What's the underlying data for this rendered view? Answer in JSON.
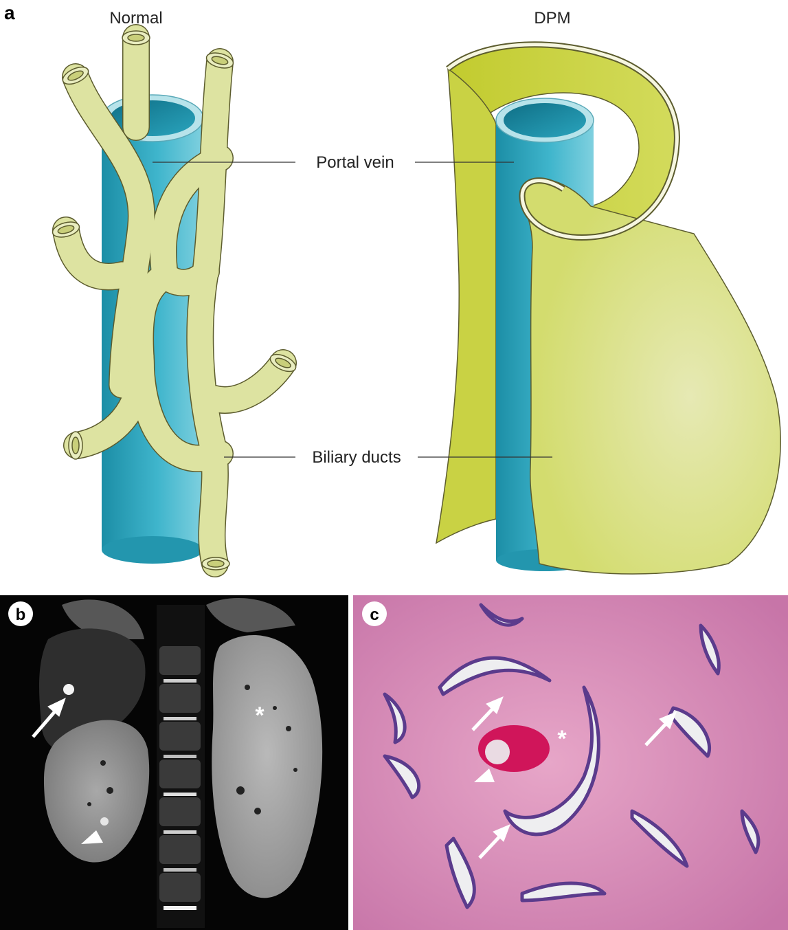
{
  "panels": {
    "a": {
      "letter": "a",
      "normal_title": "Normal",
      "dpm_title": "DPM",
      "label_portal_vein": "Portal vein",
      "label_biliary_ducts": "Biliary ducts"
    },
    "b": {
      "letter": "b",
      "asterisk": "*"
    },
    "c": {
      "letter": "c",
      "asterisk": "*"
    }
  },
  "colors": {
    "vein": "#2aa4bd",
    "vein_light": "#7cd0de",
    "duct": "#dfe4a0",
    "duct_dark": "#c3cc3c",
    "dpm_sheet": "#d6e078",
    "mri_bg": "#050505",
    "he_pink": "#d98ab4"
  }
}
